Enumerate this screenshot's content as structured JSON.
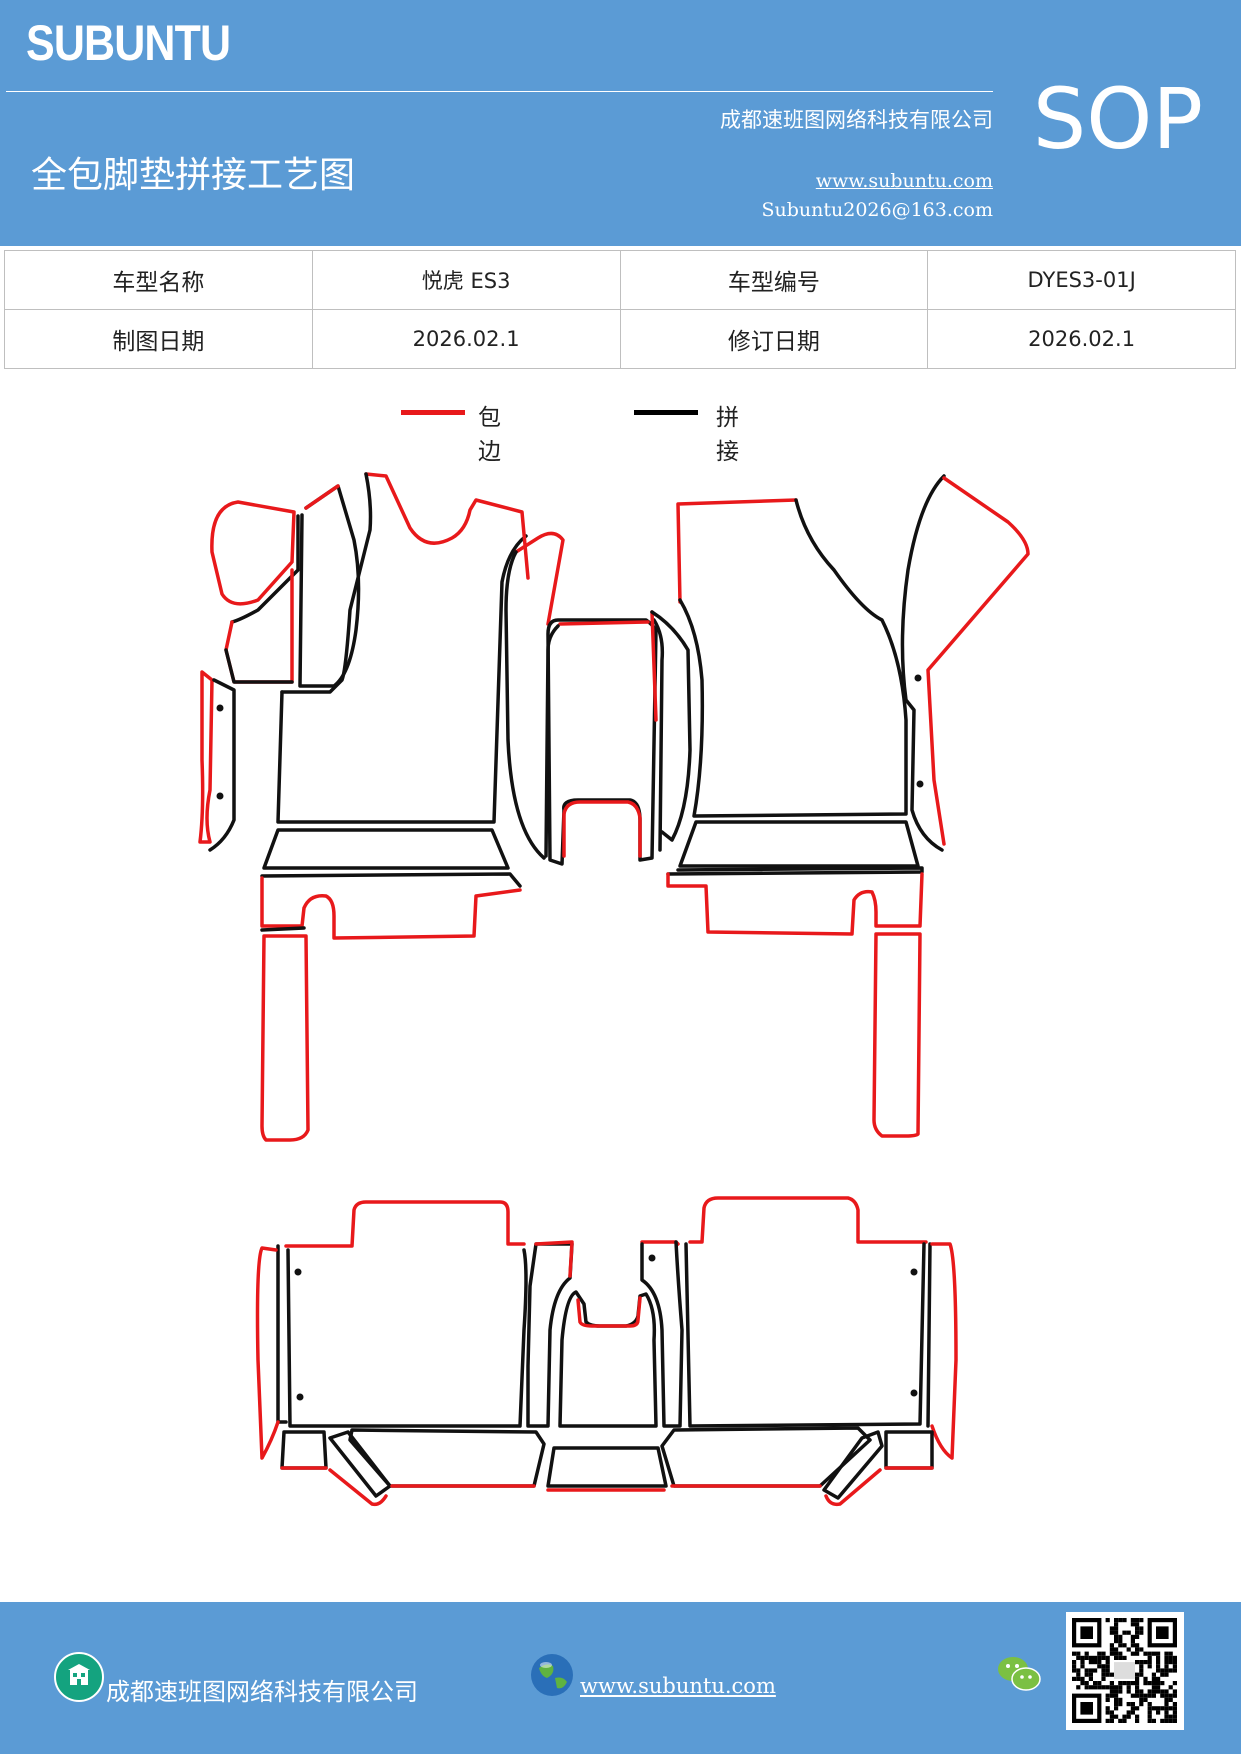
{
  "header": {
    "logo": "SUBUNTU",
    "sop": "SOP",
    "company": "成都速班图网络科技有限公司",
    "title": "全包脚垫拼接工艺图",
    "website": "www.subuntu.com",
    "email": "Subuntu2026@163.com"
  },
  "info_table": {
    "rows": [
      [
        "车型名称",
        "悦虎 ES3",
        "车型编号",
        "DYES3-01J"
      ],
      [
        "制图日期",
        "2026.02.1",
        "修订日期",
        "2026.02.1"
      ]
    ]
  },
  "legend": {
    "items": [
      {
        "label": "包边",
        "color": "#e8191b"
      },
      {
        "label": "拼接",
        "color": "#000000"
      }
    ]
  },
  "colors": {
    "brand": "#5b9bd5",
    "edge": "#e8191b",
    "seam": "#111111"
  },
  "footer": {
    "company": "成都速班图网络科技有限公司",
    "website": "www.subuntu.com",
    "icons": [
      "building-icon",
      "globe-icon",
      "wechat-icon",
      "qr-code"
    ]
  }
}
